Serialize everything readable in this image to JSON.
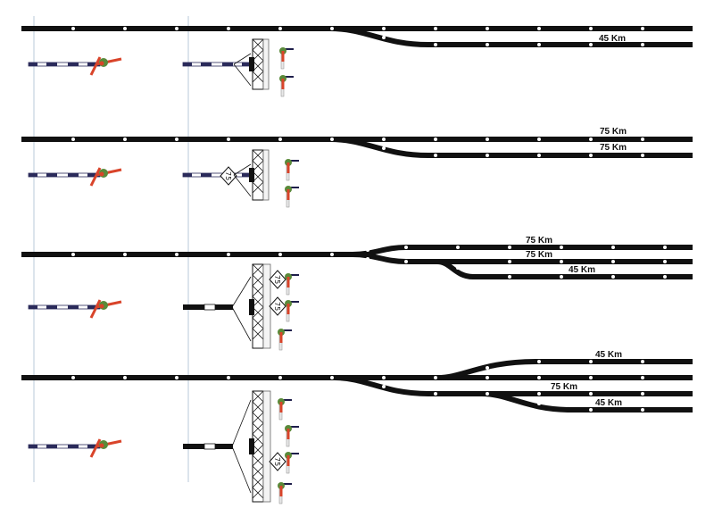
{
  "speed_labels": {
    "row1": [
      "45 Km"
    ],
    "row2": [
      "75 Km",
      "75 Km"
    ],
    "row3": [
      "75 Km",
      "75 Km",
      "45 Km"
    ],
    "row4": [
      "45 Km",
      "75 Km",
      "45 Km"
    ]
  },
  "speed_boards": {
    "row2": [
      "75"
    ],
    "row3": [
      "75",
      "75"
    ],
    "row4": [
      "75"
    ]
  },
  "colors": {
    "track": "#111111",
    "semaphore_arm": "#d9442a",
    "semaphore_body": "#5a8a3a",
    "barrier_dark": "#2a2a5a",
    "guide_line": "#b8c8d8"
  }
}
